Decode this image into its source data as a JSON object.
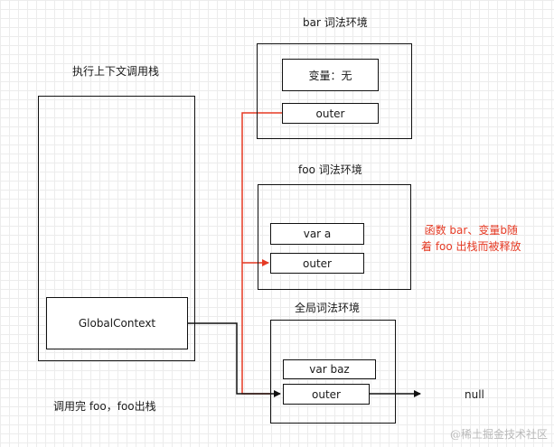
{
  "call_stack": {
    "title": "执行上下文调用栈",
    "global_context": "GlobalContext",
    "caption": "调用完 foo，foo出栈"
  },
  "bar_env": {
    "title": "bar 词法环境",
    "variable": "变量：无",
    "outer": "outer"
  },
  "foo_env": {
    "title": "foo 词法环境",
    "var_a": "var a",
    "outer": "outer"
  },
  "global_env": {
    "title": "全局词法环境",
    "var_baz": "var baz",
    "outer": "outer"
  },
  "null_label": "null",
  "note": {
    "line1": "函数 bar、变量b随",
    "line2": "着 foo 出栈而被释放"
  },
  "watermark": "@稀土掘金技术社区",
  "colors": {
    "red": "#e53a24",
    "black": "#111111",
    "watermark": "#b9b9b9"
  }
}
